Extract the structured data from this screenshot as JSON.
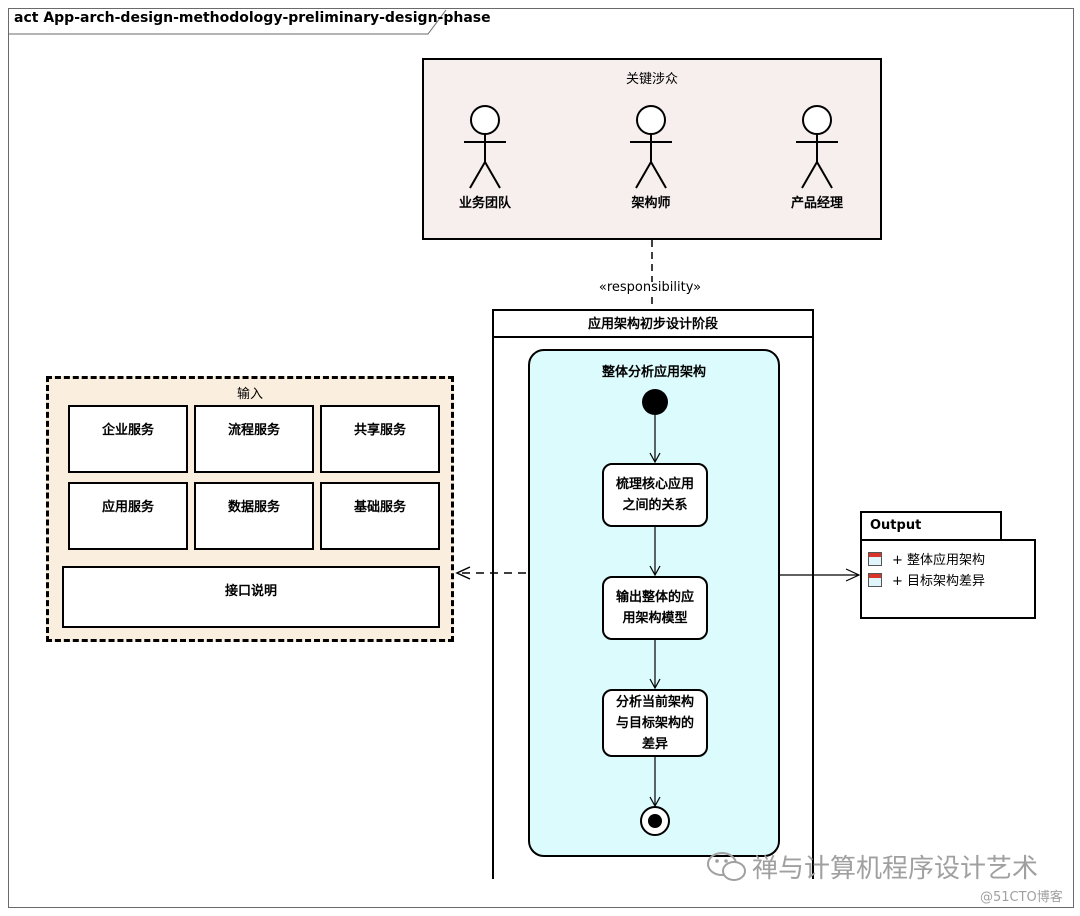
{
  "diagram": {
    "frame_title": "act App-arch-design-methodology-preliminary-design-phase",
    "stakeholders": {
      "title": "关键涉众",
      "actors": [
        "业务团队",
        "架构师",
        "产品经理"
      ]
    },
    "dependency_label": "«responsibility»",
    "phase_title": "应用架构初步设计阶段",
    "activity": {
      "title": "整体分析应用架构",
      "actions": [
        "梳理核心应用之间的关系",
        "输出整体的应用架构模型",
        "分析当前架构与目标架构的差异"
      ]
    },
    "input": {
      "title": "输入",
      "services": [
        "企业服务",
        "流程服务",
        "共享服务",
        "应用服务",
        "数据服务",
        "基础服务"
      ],
      "interface": "接口说明"
    },
    "output": {
      "title": "Output",
      "items": [
        "+ 整体应用架构",
        "+ 目标架构差异"
      ]
    }
  },
  "watermark": {
    "text": "禅与计算机程序设计艺术",
    "credit": "@51CTO博客"
  }
}
